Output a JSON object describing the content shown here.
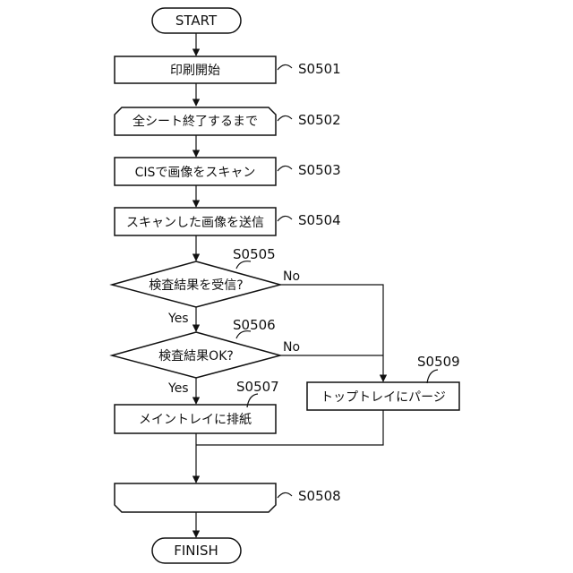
{
  "nodes": {
    "start": "START",
    "print_start": "印刷開始",
    "loop_start": "全シート終了するまで",
    "scan": "CISで画像をスキャン",
    "send": "スキャンした画像を送信",
    "decision_received": "検査結果を受信?",
    "decision_ok": "検査結果OK?",
    "discharge_main": "メイントレイに排紙",
    "purge_top": "トップトレイにパージ",
    "loop_end": "",
    "finish": "FINISH"
  },
  "steps": {
    "s0501": "S0501",
    "s0502": "S0502",
    "s0503": "S0503",
    "s0504": "S0504",
    "s0505": "S0505",
    "s0506": "S0506",
    "s0507": "S0507",
    "s0508": "S0508",
    "s0509": "S0509"
  },
  "branches": {
    "yes": "Yes",
    "no": "No"
  }
}
